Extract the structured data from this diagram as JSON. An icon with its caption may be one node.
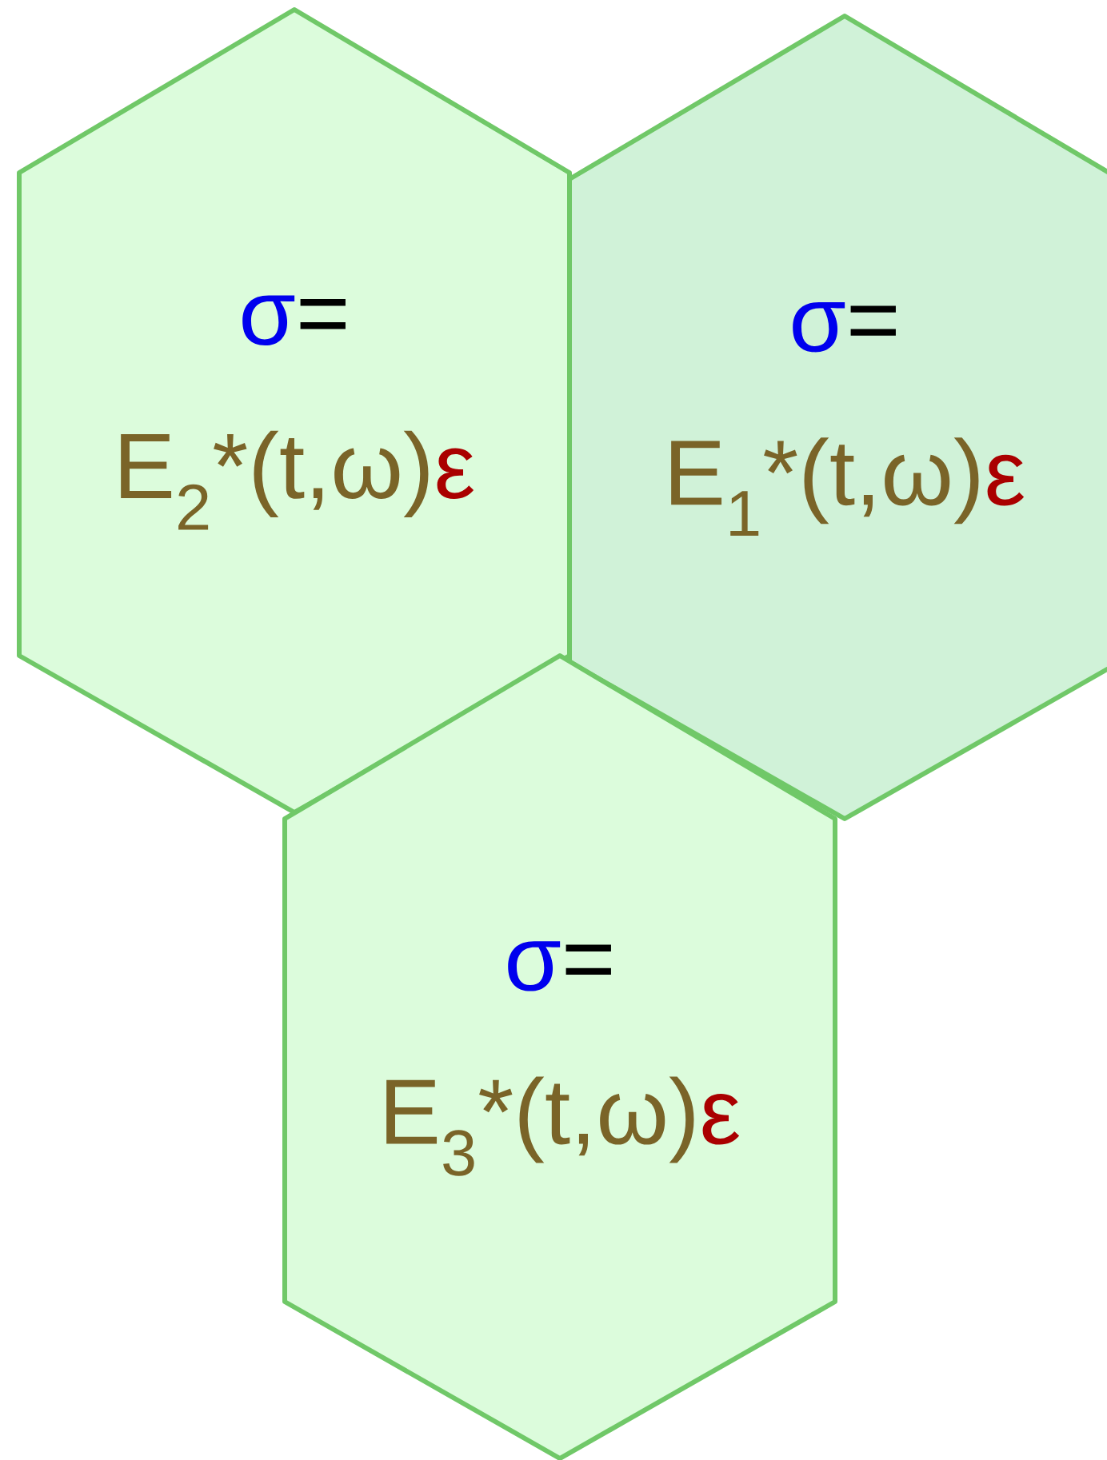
{
  "diagram": {
    "nodes": [
      {
        "text": [
          "σ",
          "=",
          "E$_{2}$*(t,ω)",
          "ε"
        ]
      },
      {
        "text": [
          "σ",
          "=",
          "E$_{1}$*(t,ω)",
          "ε"
        ]
      },
      {
        "text": [
          "σ",
          "=",
          "E$_{3}$*(t,ω)",
          "ε"
        ]
      }
    ]
  }
}
